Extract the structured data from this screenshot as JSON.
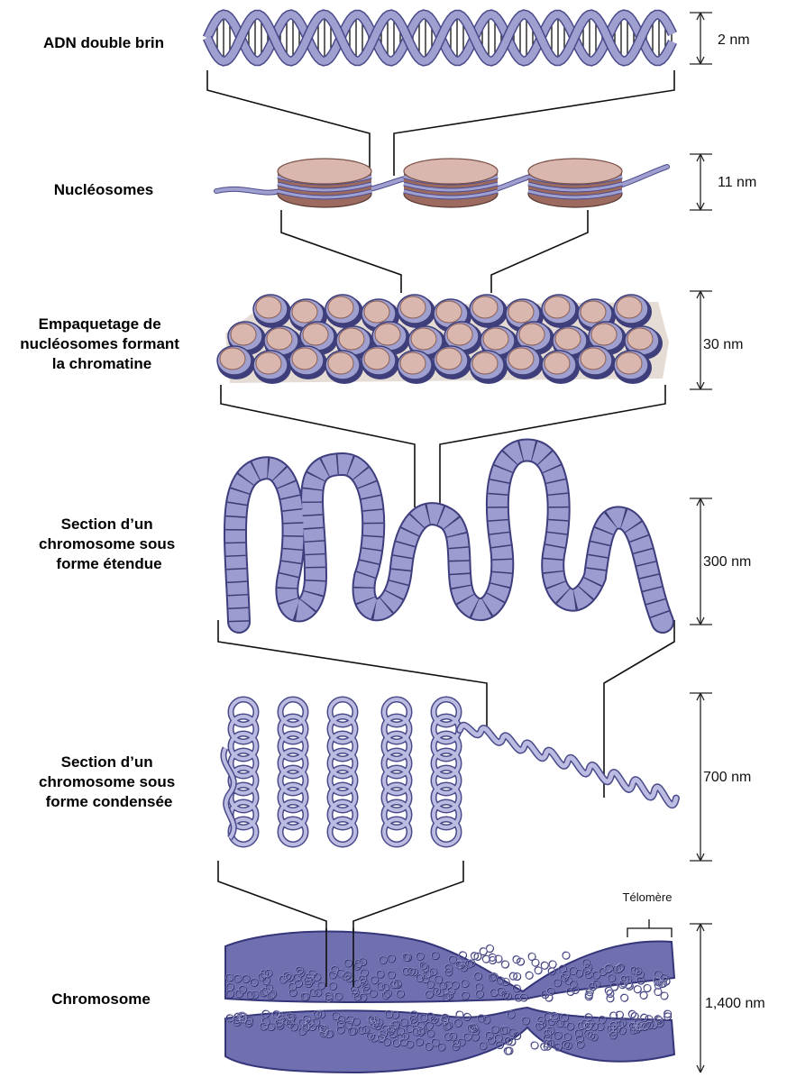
{
  "levels": [
    {
      "label_lines": [
        "ADN double brin"
      ],
      "scale": "2 nm"
    },
    {
      "label_lines": [
        "Nucléosomes"
      ],
      "scale": "11 nm"
    },
    {
      "label_lines": [
        "Empaquetage de",
        "nucléosomes formant",
        "la chromatine"
      ],
      "scale": "30 nm"
    },
    {
      "label_lines": [
        "Section d’un",
        "chromosome sous",
        "forme étendue"
      ],
      "scale": "300 nm"
    },
    {
      "label_lines": [
        "Section d’un",
        "chromosome sous",
        "forme condensée"
      ],
      "scale": "700 nm"
    },
    {
      "label_lines": [
        "Chromosome"
      ],
      "scale": "1,400 nm"
    }
  ],
  "telomere_label": "Télomère",
  "colors": {
    "strand": "#9f9fd0",
    "strand_dark": "#4a4a8a",
    "histone": "#d9b6ae",
    "histone_dark": "#9c6a5f",
    "chromosome": "#7070b0",
    "chromosome_dark": "#35357a",
    "fiber_light": "#bcbce2"
  }
}
